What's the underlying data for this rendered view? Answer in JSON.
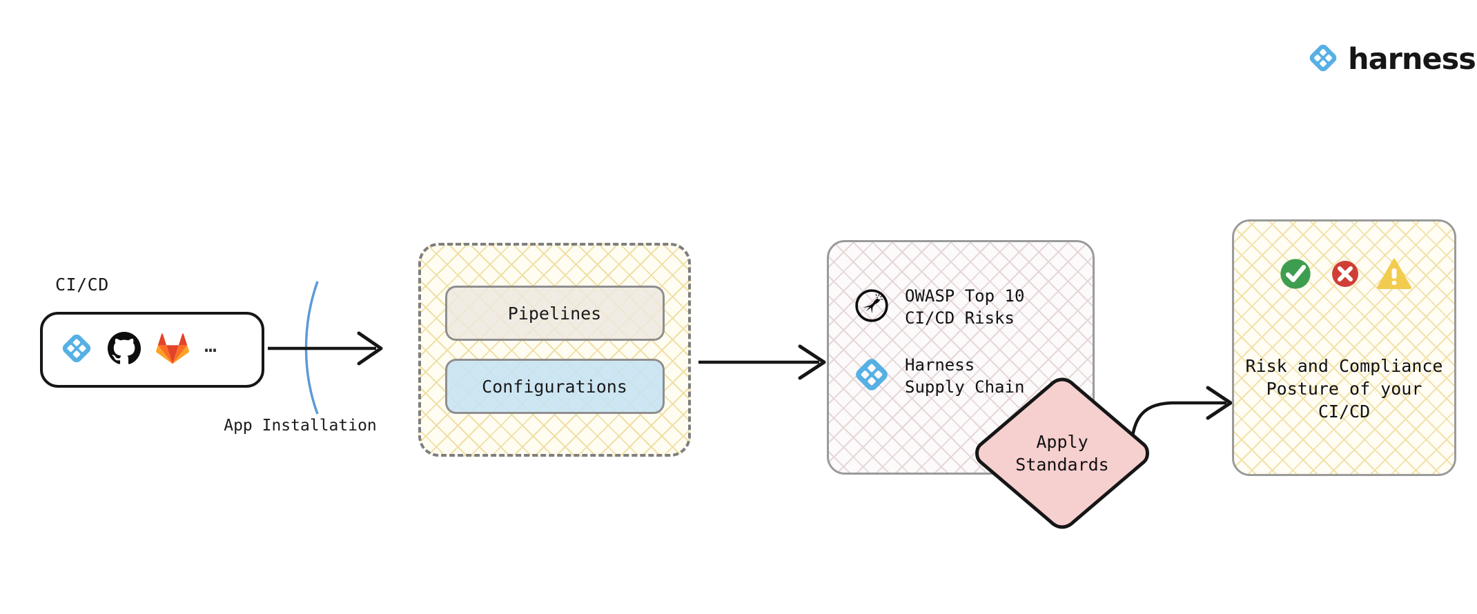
{
  "brand": {
    "name": "harness",
    "logo_icon": "harness-diamond-icon",
    "accent_color": "#56b0e4",
    "word_color": "#161616"
  },
  "diagram": {
    "type": "flow",
    "title": "",
    "stages": [
      {
        "id": "cicd-providers",
        "label": "CI/CD",
        "icons": [
          "harness-diamond-icon",
          "github-icon",
          "gitlab-icon"
        ],
        "overflow": "…",
        "border_color": "#161616",
        "fill_color": "#ffffff"
      },
      {
        "id": "assets",
        "cards": [
          {
            "id": "pipelines",
            "label": "Pipelines",
            "fill_color": "#eee7de"
          },
          {
            "id": "configurations",
            "label": "Configurations",
            "fill_color": "#c5e2f4"
          }
        ],
        "border_style": "dashed",
        "border_color": "#7e7e7e",
        "hatch_color": "#f0dfa6"
      },
      {
        "id": "standards",
        "items": [
          {
            "icon": "owasp-icon",
            "label": "OWASP Top 10\nCI/CD Risks"
          },
          {
            "icon": "harness-diamond-icon",
            "label": "Harness\nSupply Chain"
          }
        ],
        "border_color": "#9a9a9a",
        "hatch_color": "#e6d8d8"
      },
      {
        "id": "outcome",
        "status_icons": [
          {
            "name": "check-circle-icon",
            "color": "#3e9e4f"
          },
          {
            "name": "x-circle-icon",
            "color": "#cf3f36"
          },
          {
            "name": "warning-triangle-icon",
            "color": "#f2cc4e"
          }
        ],
        "label": "Risk and Compliance\nPosture of your\nCI/CD",
        "border_color": "#9a9a9a",
        "hatch_color": "#f2e2ab"
      }
    ],
    "decision": {
      "id": "apply-standards",
      "label": "Apply\nStandards",
      "fill_color": "#f6cfcf",
      "border_color": "#161616"
    },
    "connectors": [
      {
        "id": "connector-app-installation",
        "label": "App\nInstallation",
        "arc_color": "#5b9bd5",
        "arrow_color": "#161616"
      },
      {
        "id": "connector-assets-to-standards",
        "label": "",
        "arrow_color": "#161616"
      },
      {
        "id": "connector-standards-to-outcome",
        "label": "",
        "arrow_color": "#161616"
      }
    ]
  }
}
